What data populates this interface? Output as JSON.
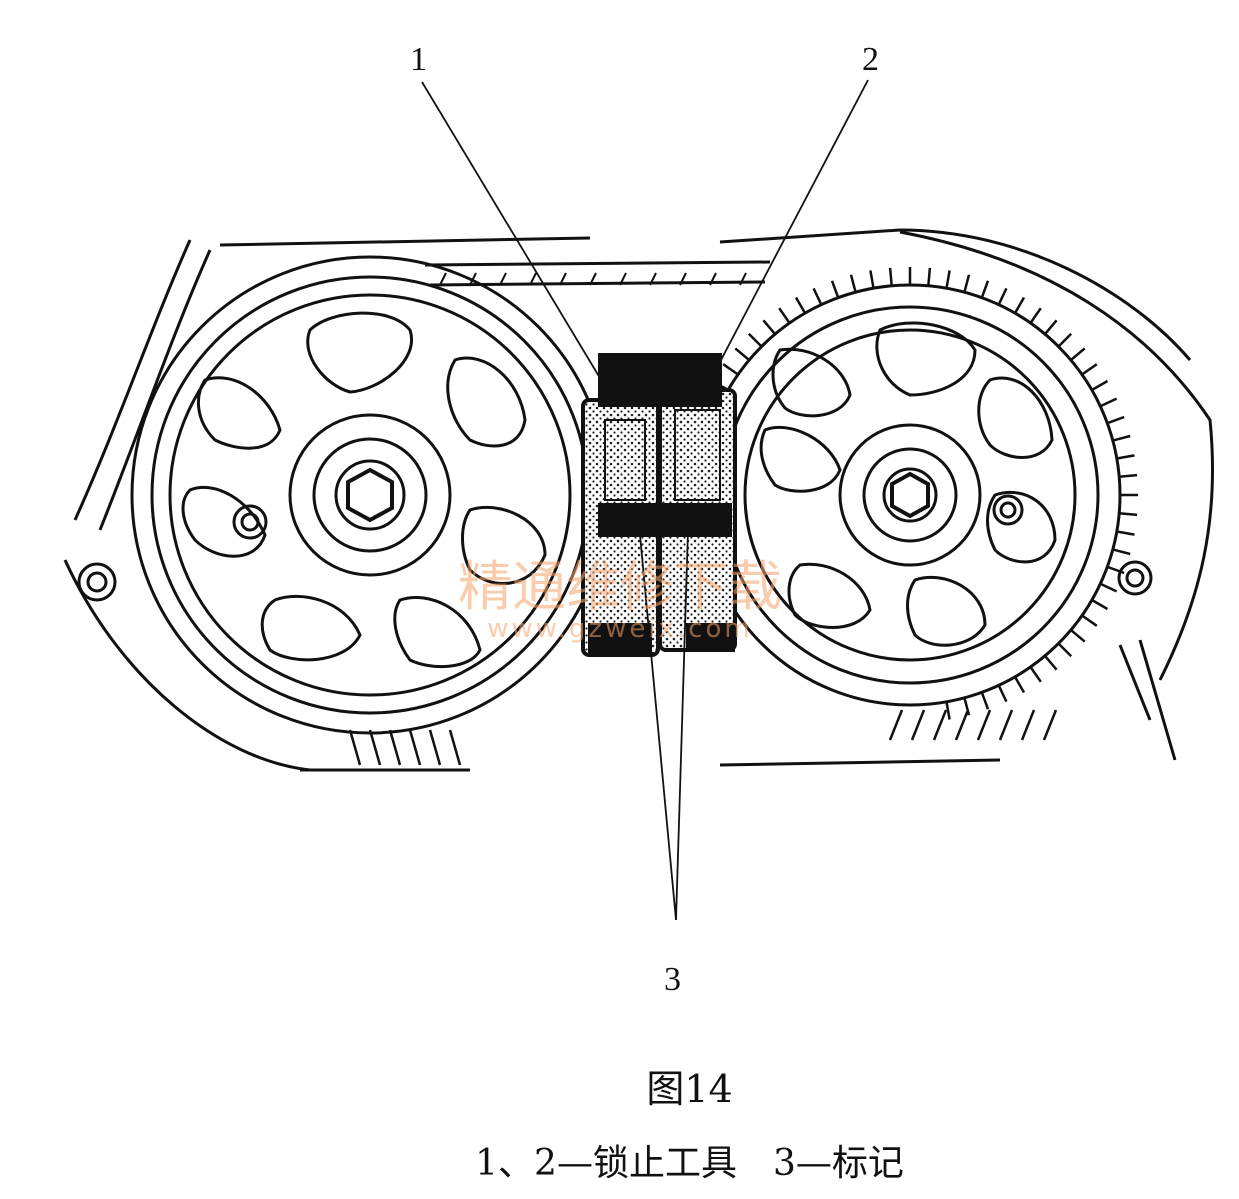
{
  "diagram": {
    "callouts": [
      {
        "id": "1",
        "text": "1"
      },
      {
        "id": "2",
        "text": "2"
      },
      {
        "id": "3",
        "text": "3"
      }
    ],
    "watermark": {
      "cn": "精通维修下载",
      "url": "www.gzweix.com"
    }
  },
  "figure": {
    "title": "图14",
    "caption": "1、2—锁止工具　3—标记"
  }
}
